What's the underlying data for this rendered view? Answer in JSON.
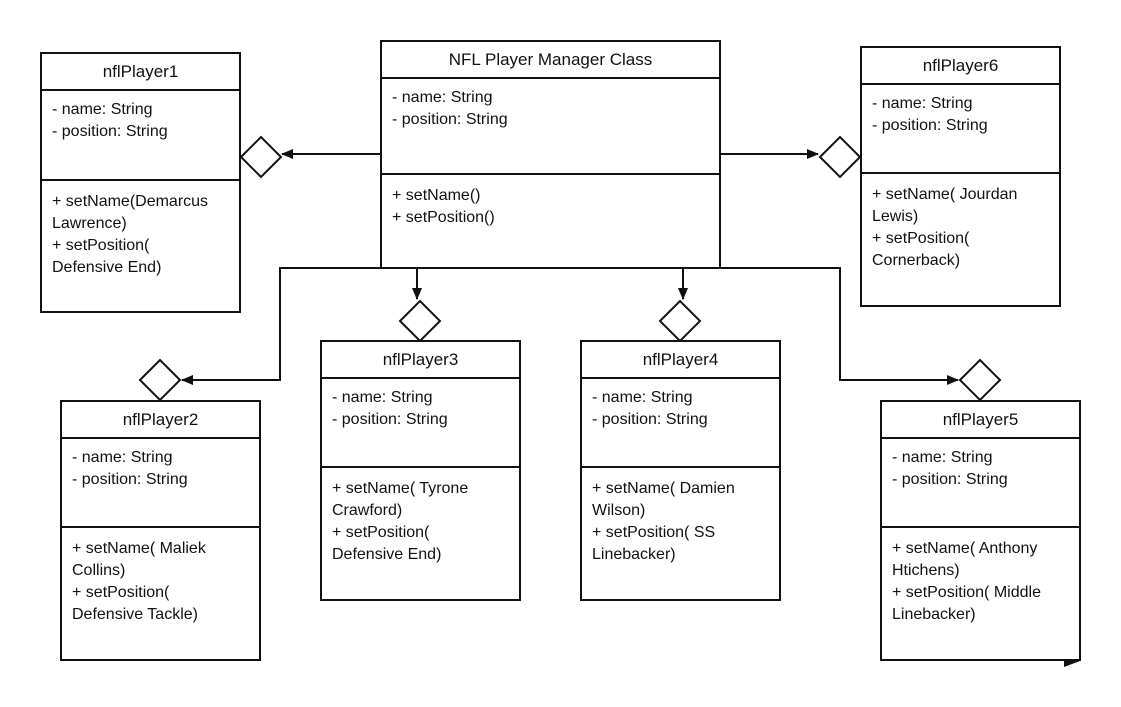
{
  "manager": {
    "title": "NFL Player Manager Class",
    "attributes": [
      "- name: String",
      "- position: String"
    ],
    "methods": [
      "+ setName()",
      "+ setPosition()"
    ]
  },
  "players": [
    {
      "id": "p1",
      "title": "nflPlayer1",
      "attributes": [
        "- name: String",
        "- position: String"
      ],
      "methods": [
        "+ setName(Demarcus",
        "Lawrence)",
        "+ setPosition(",
        "Defensive End)"
      ]
    },
    {
      "id": "p2",
      "title": "nflPlayer2",
      "attributes": [
        "- name: String",
        "- position: String"
      ],
      "methods": [
        "+ setName( Maliek",
        "Collins)",
        "+ setPosition(",
        "Defensive Tackle)"
      ]
    },
    {
      "id": "p3",
      "title": "nflPlayer3",
      "attributes": [
        "- name: String",
        "- position: String"
      ],
      "methods": [
        "+ setName( Tyrone",
        "Crawford)",
        "+ setPosition(",
        "Defensive End)"
      ]
    },
    {
      "id": "p4",
      "title": "nflPlayer4",
      "attributes": [
        "- name: String",
        "- position: String"
      ],
      "methods": [
        "+ setName( Damien",
        "Wilson)",
        "+ setPosition( SS",
        "Linebacker)"
      ]
    },
    {
      "id": "p5",
      "title": "nflPlayer5",
      "attributes": [
        "- name: String",
        "- position: String"
      ],
      "methods": [
        "+ setName( Anthony",
        "Htichens)",
        "+ setPosition( Middle",
        "Linebacker)"
      ]
    },
    {
      "id": "p6",
      "title": "nflPlayer6",
      "attributes": [
        "- name: String",
        "- position: String"
      ],
      "methods": [
        "+ setName( Jourdan",
        "Lewis)",
        "+ setPosition(",
        "Cornerback)"
      ]
    }
  ]
}
